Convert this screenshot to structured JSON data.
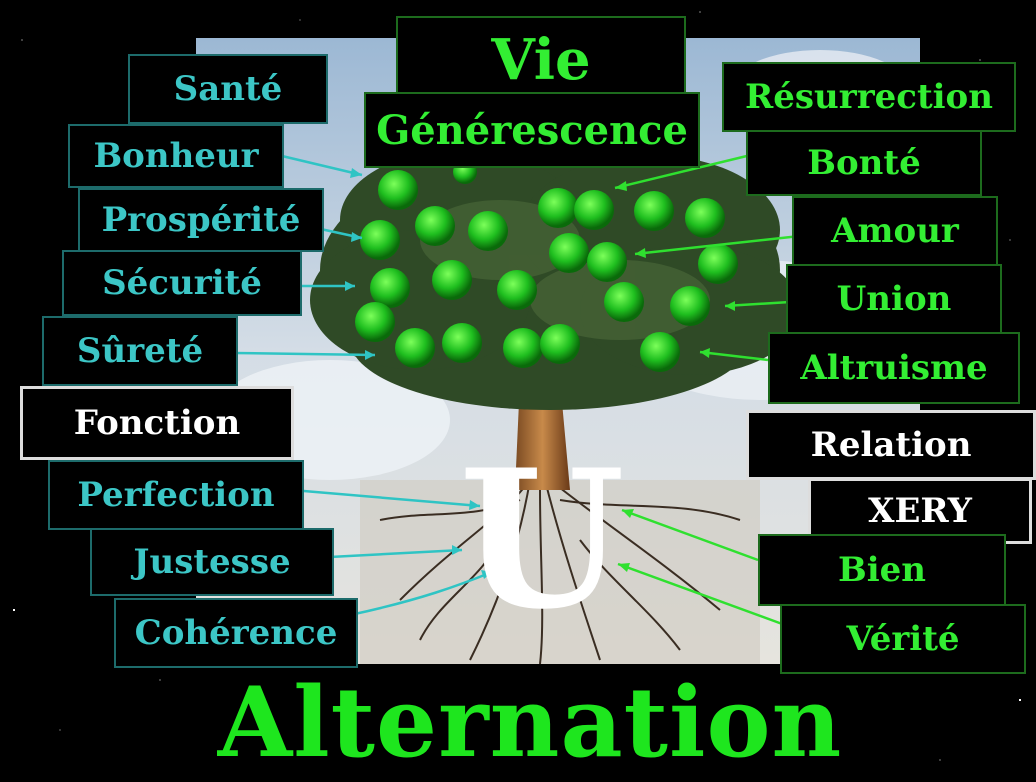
{
  "colors": {
    "cyan_text": "#3cc6c6",
    "green_text": "#33ee33",
    "white_text": "#ffffff",
    "label_bg": "#000000"
  },
  "labels": {
    "vie": "Vie",
    "generescence": "Générescence",
    "sante": "Santé",
    "bonheur": "Bonheur",
    "prosperite": "Prospérité",
    "securite": "Sécurité",
    "surete": "Sûreté",
    "fonction": "Fonction",
    "perfection": "Perfection",
    "justesse": "Justesse",
    "coherence": "Cohérence",
    "resurrection": "Résurrection",
    "bonte": "Bonté",
    "amour": "Amour",
    "union": "Union",
    "altruisme": "Altruisme",
    "relation": "Relation",
    "xery": "XERY",
    "bien": "Bien",
    "verite": "Vérité",
    "u": "U",
    "alternation": "Alternation"
  }
}
